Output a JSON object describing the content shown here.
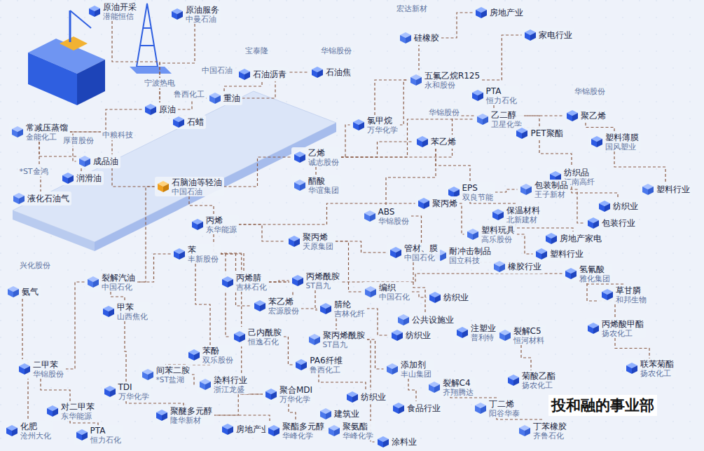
{
  "diagram": {
    "nodes": [
      {
        "text": [
          "原油开采",
          "潜能恒信"
        ]
      },
      {
        "text": [
          "原油服务",
          "中曼石油"
        ]
      },
      {
        "text": [
          "硅橡胶"
        ]
      },
      {
        "text": [
          "房地产业"
        ]
      },
      {
        "text": [
          "家电行业"
        ]
      },
      {
        "text": [
          "五氟乙烷R125",
          "永和股份"
        ]
      },
      {
        "text": [
          "石油沥青"
        ]
      },
      {
        "text": [
          "石油焦"
        ]
      },
      {
        "text": [
          "重油"
        ]
      },
      {
        "text": [
          "原油"
        ]
      },
      {
        "text": [
          "石蜡"
        ]
      },
      {
        "text": [
          "常减压蒸馏",
          "金能化工"
        ]
      },
      {
        "text": [
          "氯甲烷",
          "万华化学"
        ]
      },
      {
        "text": [
          "PTA",
          "恒力石化"
        ]
      },
      {
        "text": [
          "乙二醇",
          "卫星化学"
        ]
      },
      {
        "text": [
          "PET聚酯"
        ]
      },
      {
        "text": [
          "聚乙烯"
        ]
      },
      {
        "text": [
          "成品油"
        ]
      },
      {
        "text": [
          "石脑油等轻油",
          "中国石油"
        ]
      },
      {
        "text": [
          "润滑油"
        ]
      },
      {
        "text": [
          "液化石油气"
        ]
      },
      {
        "text": [
          "乙烯",
          "诚志股份"
        ]
      },
      {
        "text": [
          "苯乙烯"
        ]
      },
      {
        "text": [
          "醋酸",
          "华谊集团"
        ]
      },
      {
        "text": [
          "塑料薄膜",
          "国风塑业"
        ]
      },
      {
        "text": [
          "纺织品",
          "江南高纤"
        ]
      },
      {
        "text": [
          "塑料行业"
        ]
      },
      {
        "text": [
          "纺织业"
        ]
      },
      {
        "text": [
          "EPS",
          "双良节能"
        ]
      },
      {
        "text": [
          "包装制品",
          "王子新材"
        ]
      },
      {
        "text": [
          "聚丙烯"
        ]
      },
      {
        "text": [
          "保温材料",
          "北新建材"
        ]
      },
      {
        "text": [
          "ABS",
          "华锦股份"
        ]
      },
      {
        "text": [
          "丙烯",
          "东华能源"
        ]
      },
      {
        "text": [
          "聚丙烯",
          "天原集团"
        ]
      },
      {
        "text": [
          "塑料玩具",
          "高乐股份"
        ]
      },
      {
        "text": [
          "包装行业"
        ]
      },
      {
        "text": [
          "房地产家电"
        ]
      },
      {
        "text": [
          "耐冲击制品",
          "国立科技"
        ]
      },
      {
        "text": [
          "管材、膜",
          "中国石化"
        ]
      },
      {
        "text": [
          "苯",
          "丰新股份"
        ]
      },
      {
        "text": [
          "橡胶行业"
        ]
      },
      {
        "text": [
          "塑料行业"
        ]
      },
      {
        "text": [
          "氢氰酸",
          "雅化集团"
        ]
      },
      {
        "text": [
          "裂解汽油",
          "中国石化"
        ]
      },
      {
        "text": [
          "丙烯腈",
          "吉林石化"
        ]
      },
      {
        "text": [
          "丙烯酰胺",
          "ST昌九"
        ]
      },
      {
        "text": [
          "编织",
          "中国石化"
        ]
      },
      {
        "text": [
          "纺织业"
        ]
      },
      {
        "text": [
          "草甘膦",
          "和邦生物"
        ]
      },
      {
        "text": [
          "氨气"
        ]
      },
      {
        "text": [
          "苯乙烯",
          "宏源股份"
        ]
      },
      {
        "text": [
          "腈纶",
          "吉林化纤"
        ]
      },
      {
        "text": [
          "公共设施业"
        ]
      },
      {
        "text": [
          "甲苯",
          "山西焦化"
        ]
      },
      {
        "text": [
          "己内酰胺",
          "恒逸石化"
        ]
      },
      {
        "text": [
          "聚丙烯酰胺",
          "ST昌九"
        ]
      },
      {
        "text": [
          "纺织业"
        ]
      },
      {
        "text": [
          "注塑业",
          "普利特"
        ]
      },
      {
        "text": [
          "裂解C5",
          "恒河材料"
        ]
      },
      {
        "text": [
          "丙烯酸甲酯",
          "扬农化工"
        ]
      },
      {
        "text": [
          "苯酚",
          "双乐股份"
        ]
      },
      {
        "text": [
          "间苯二胺",
          "*ST盐湖"
        ]
      },
      {
        "text": [
          "二甲苯",
          "华锦股份"
        ]
      },
      {
        "text": [
          "PA6纤维",
          "鲁西化工"
        ]
      },
      {
        "text": [
          "添加剂",
          "丰山集团"
        ]
      },
      {
        "text": [
          "联苯菊酯",
          "扬农化工"
        ]
      },
      {
        "text": [
          "TDI",
          "万华化学"
        ]
      },
      {
        "text": [
          "染料行业",
          "浙江龙盛"
        ]
      },
      {
        "text": [
          "聚合MDI",
          "万华化学"
        ]
      },
      {
        "text": [
          "纺织业"
        ]
      },
      {
        "text": [
          "裂解C4",
          "齐翔腾达"
        ]
      },
      {
        "text": [
          "菊酸乙酯",
          "扬农化工"
        ]
      },
      {
        "text": [
          "食品行业"
        ]
      },
      {
        "text": [
          "丁二烯",
          "阳谷华泰"
        ]
      },
      {
        "text": [
          "对二甲苯",
          "东华能源"
        ]
      },
      {
        "text": [
          "聚醚多元醇",
          "隆华新材"
        ]
      },
      {
        "text": [
          "建筑业"
        ]
      },
      {
        "text": [
          "房地产业"
        ]
      },
      {
        "text": [
          "聚酯多元醇",
          "华峰化学"
        ]
      },
      {
        "text": [
          "聚氨酯",
          "华峰化学"
        ]
      },
      {
        "text": [
          "化肥",
          "沧州大化"
        ]
      },
      {
        "text": [
          "PTA",
          "恒力石化"
        ]
      },
      {
        "text": [
          "丁苯橡胶",
          "齐鲁石化"
        ]
      },
      {
        "text": [
          "涂料业"
        ]
      }
    ],
    "edges": [
      {
        "from": 0,
        "to": 9,
        "arrow": "none"
      },
      {
        "from": 1,
        "to": 9,
        "arrow": "none"
      },
      {
        "from": 9,
        "to": 11,
        "arrow": "none"
      },
      {
        "from": 9,
        "to": 8,
        "arrow": "none"
      },
      {
        "from": 9,
        "to": 10,
        "arrow": "none"
      },
      {
        "from": 8,
        "to": 6,
        "arrow": "none"
      },
      {
        "from": 8,
        "to": 7,
        "arrow": "none"
      },
      {
        "from": 11,
        "to": 17,
        "arrow": "none"
      },
      {
        "from": 11,
        "to": 19,
        "arrow": "none"
      },
      {
        "from": 11,
        "to": 20,
        "arrow": "none"
      },
      {
        "from": 11,
        "to": 18,
        "arrow": "none"
      },
      {
        "from": 18,
        "to": 21,
        "arrow": "none"
      },
      {
        "from": 18,
        "to": 33,
        "arrow": "none"
      },
      {
        "from": 18,
        "to": 44,
        "arrow": "none"
      },
      {
        "from": 21,
        "to": 12,
        "arrow": "none"
      },
      {
        "from": 12,
        "to": 2,
        "arrow": "none"
      },
      {
        "from": 12,
        "to": 5,
        "arrow": "none"
      },
      {
        "from": 2,
        "to": 3,
        "arrow": "none"
      },
      {
        "from": 5,
        "to": 4,
        "arrow": "none"
      },
      {
        "from": 21,
        "to": 22,
        "arrow": "none"
      },
      {
        "from": 21,
        "to": 23,
        "arrow": "none"
      },
      {
        "from": 21,
        "to": 14,
        "arrow": "none"
      },
      {
        "from": 13,
        "to": 15,
        "arrow": "none"
      },
      {
        "from": 14,
        "to": 15,
        "arrow": "none"
      },
      {
        "from": 21,
        "to": 16,
        "arrow": "none"
      },
      {
        "from": 16,
        "to": 24,
        "arrow": "none"
      },
      {
        "from": 15,
        "to": 25,
        "arrow": "none"
      },
      {
        "from": 24,
        "to": 26,
        "arrow": "none"
      },
      {
        "from": 25,
        "to": 27,
        "arrow": "none"
      },
      {
        "from": 22,
        "to": 28,
        "arrow": "none"
      },
      {
        "from": 22,
        "to": 32,
        "arrow": "none"
      },
      {
        "from": 28,
        "to": 29,
        "arrow": "none"
      },
      {
        "from": 28,
        "to": 31,
        "arrow": "none"
      },
      {
        "from": 29,
        "to": 36,
        "arrow": "none"
      },
      {
        "from": 31,
        "to": 37,
        "arrow": "none"
      },
      {
        "from": 33,
        "to": 30,
        "arrow": "none"
      },
      {
        "from": 30,
        "to": 35,
        "arrow": "none"
      },
      {
        "from": 35,
        "to": 42,
        "arrow": "none"
      },
      {
        "from": 32,
        "to": 38,
        "arrow": "none"
      },
      {
        "from": 38,
        "to": 41,
        "arrow": "none"
      },
      {
        "from": 33,
        "to": 34,
        "arrow": "none"
      },
      {
        "from": 34,
        "to": 39,
        "arrow": "none"
      },
      {
        "from": 34,
        "to": 47,
        "arrow": "none"
      },
      {
        "from": 39,
        "to": 53,
        "arrow": "none"
      },
      {
        "from": 47,
        "to": 48,
        "arrow": "none"
      },
      {
        "from": 33,
        "to": 45,
        "arrow": "none"
      },
      {
        "from": 45,
        "to": 46,
        "arrow": "none"
      },
      {
        "from": 45,
        "to": 52,
        "arrow": "none"
      },
      {
        "from": 45,
        "to": 43,
        "arrow": "none"
      },
      {
        "from": 43,
        "to": 49,
        "arrow": "none"
      },
      {
        "from": 43,
        "to": 60,
        "arrow": "none"
      },
      {
        "from": 60,
        "to": 66,
        "arrow": "none"
      },
      {
        "from": 46,
        "to": 56,
        "arrow": "none"
      },
      {
        "from": 52,
        "to": 57,
        "arrow": "none"
      },
      {
        "from": 44,
        "to": 40,
        "arrow": "none"
      },
      {
        "from": 44,
        "to": 54,
        "arrow": "none"
      },
      {
        "from": 44,
        "to": 63,
        "arrow": "none"
      },
      {
        "from": 50,
        "to": 81,
        "arrow": "none"
      },
      {
        "from": 40,
        "to": 51,
        "arrow": "none"
      },
      {
        "from": 40,
        "to": 55,
        "arrow": "none"
      },
      {
        "from": 40,
        "to": 61,
        "arrow": "none"
      },
      {
        "from": 55,
        "to": 64,
        "arrow": "none"
      },
      {
        "from": 64,
        "to": 70,
        "arrow": "none"
      },
      {
        "from": 61,
        "to": 62,
        "arrow": "none"
      },
      {
        "from": 62,
        "to": 68,
        "arrow": "none"
      },
      {
        "from": 54,
        "to": 67,
        "arrow": "none"
      },
      {
        "from": 67,
        "to": 76,
        "arrow": "none"
      },
      {
        "from": 40,
        "to": 69,
        "arrow": "none"
      },
      {
        "from": 69,
        "to": 76,
        "arrow": "none"
      },
      {
        "from": 69,
        "to": 79,
        "arrow": "none"
      },
      {
        "from": 76,
        "to": 80,
        "arrow": "none"
      },
      {
        "from": 79,
        "to": 80,
        "arrow": "none"
      },
      {
        "from": 80,
        "to": 77,
        "arrow": "none"
      },
      {
        "from": 80,
        "to": 78,
        "arrow": "none"
      },
      {
        "from": 63,
        "to": 75,
        "arrow": "none"
      },
      {
        "from": 75,
        "to": 82,
        "arrow": "none"
      },
      {
        "from": 56,
        "to": 65,
        "arrow": "none"
      },
      {
        "from": 65,
        "to": 73,
        "arrow": "none"
      },
      {
        "from": 59,
        "to": 58,
        "arrow": "none"
      },
      {
        "from": 59,
        "to": 72,
        "arrow": "none"
      },
      {
        "from": 71,
        "to": 74,
        "arrow": "none"
      },
      {
        "from": 74,
        "to": 83,
        "arrow": "none"
      },
      {
        "from": 56,
        "to": 84,
        "arrow": "none"
      }
    ],
    "labels": [
      "宏达新材",
      "宝泰隆",
      "华锦股份",
      "中国石油",
      "宁波热电",
      "鲁西化工",
      "中粮科技",
      "厚普股份",
      "*ST金鸿",
      "华锦股份",
      "华锦股份",
      "兴化股份",
      "投和融的事业部"
    ]
  }
}
